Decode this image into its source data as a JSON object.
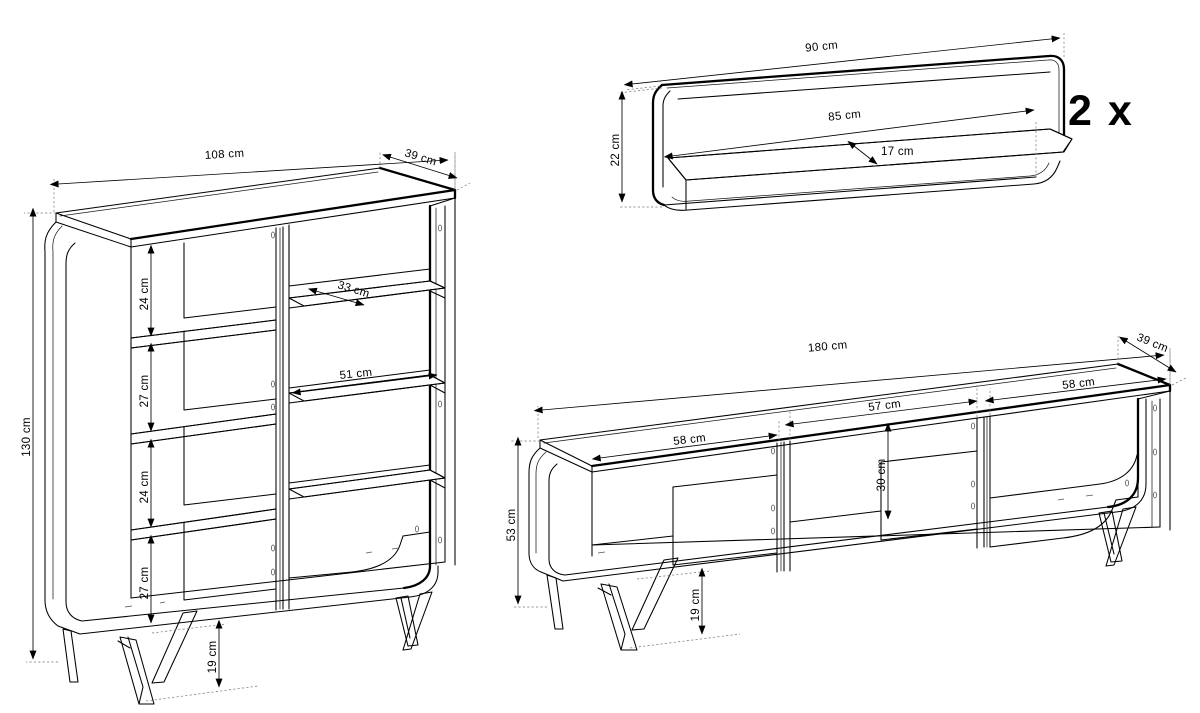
{
  "document": {
    "type": "furniture-dimension-drawing",
    "background_color": "#ffffff",
    "line_color": "#000000"
  },
  "items": [
    {
      "id": "bookcase",
      "name": "bookcase-highboard",
      "quantity_label": "",
      "dimensions": {
        "width": "108 cm",
        "depth": "39 cm",
        "height": "130 cm",
        "leg_height": "19 cm",
        "shelf_depth": "33 cm",
        "shelf_width": "51 cm",
        "compartment_height_upper": "24 cm",
        "compartment_height_lower": "27 cm",
        "compartment_height_upper2": "24 cm",
        "compartment_height_lower2": "27 cm"
      }
    },
    {
      "id": "wall-shelf",
      "name": "wall-shelf",
      "quantity_label": "2 x",
      "dimensions": {
        "width": "90 cm",
        "inner_width": "85 cm",
        "depth": "17 cm",
        "height": "22 cm"
      }
    },
    {
      "id": "tv-cabinet",
      "name": "tv-lowboard-cabinet",
      "quantity_label": "",
      "dimensions": {
        "width": "180 cm",
        "depth": "39 cm",
        "height": "53 cm",
        "leg_height": "19 cm",
        "compartment_height": "30 cm",
        "section_left": "58 cm",
        "section_middle": "57 cm",
        "section_right": "58 cm"
      }
    }
  ],
  "labels": {
    "bookcase_width": "108 cm",
    "bookcase_depth": "39 cm",
    "bookcase_height": "130 cm",
    "bookcase_leg": "19 cm",
    "bookcase_shelf_depth": "33 cm",
    "bookcase_shelf_width": "51 cm",
    "bookcase_h24_top": "24 cm",
    "bookcase_h27_upper": "27 cm",
    "bookcase_h24_lower": "24 cm",
    "bookcase_h27_bottom": "27 cm",
    "shelf_width": "90 cm",
    "shelf_inner_width": "85 cm",
    "shelf_depth": "17 cm",
    "shelf_height": "22 cm",
    "shelf_quantity": "2 x",
    "tv_width": "180 cm",
    "tv_depth": "39 cm",
    "tv_height": "53 cm",
    "tv_leg": "19 cm",
    "tv_comp_height": "30 cm",
    "tv_sec_left": "58 cm",
    "tv_sec_mid": "57 cm",
    "tv_sec_right": "58 cm"
  }
}
